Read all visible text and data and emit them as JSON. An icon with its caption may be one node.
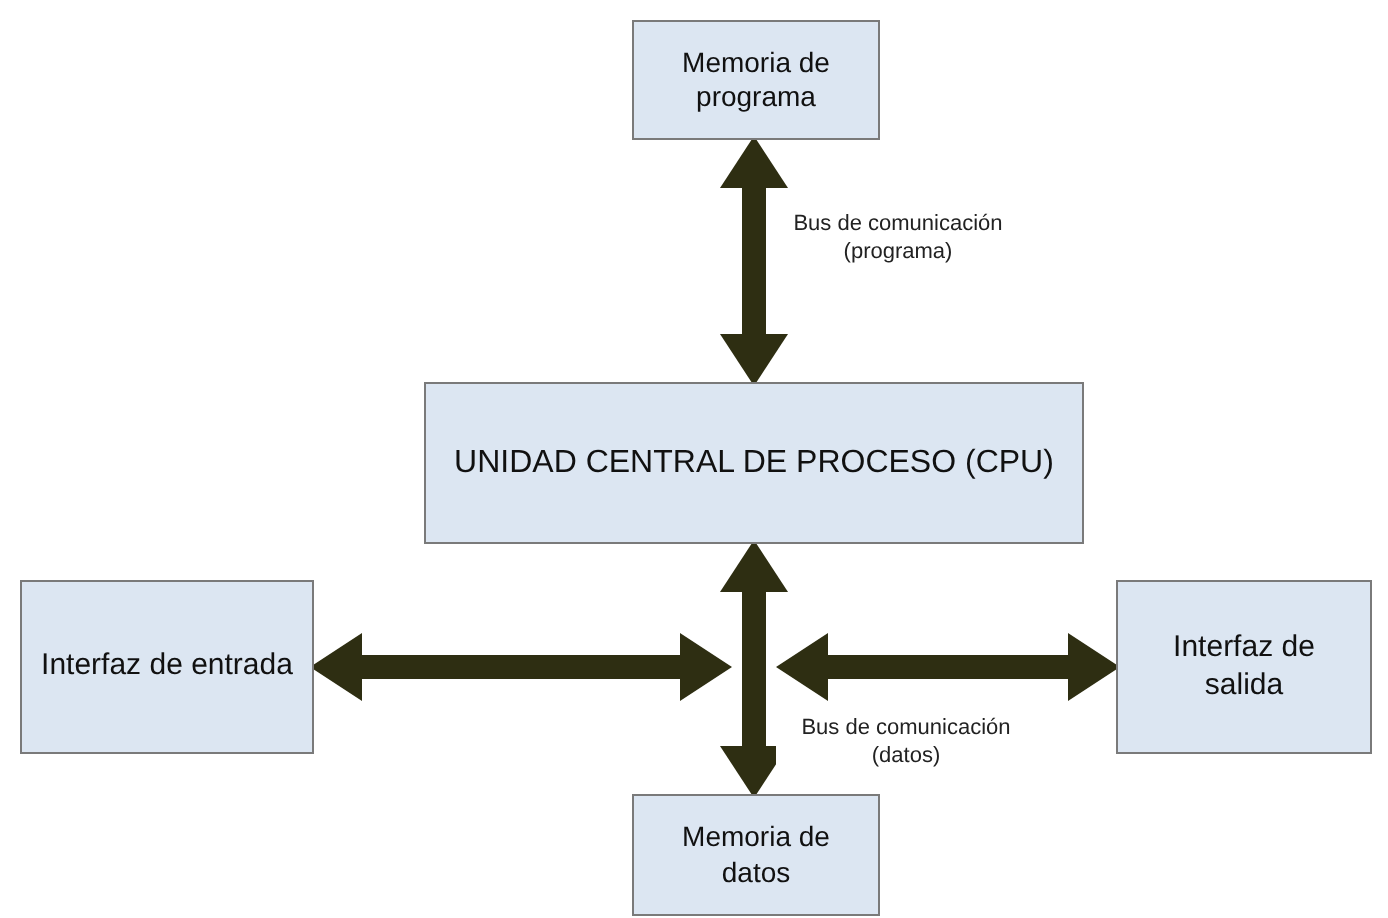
{
  "diagram": {
    "nodes": [
      {
        "text": [
          "Memoria de programa"
        ]
      },
      {
        "text": [
          "UNIDAD CENTRAL DE PROCESO (CPU)"
        ]
      },
      {
        "text": [
          "Interfaz de entrada"
        ]
      },
      {
        "text": [
          "Interfaz de salida"
        ]
      },
      {
        "text": [
          "Memoria de datos"
        ]
      }
    ],
    "edges": [
      {
        "from": 0,
        "to": 1,
        "arrow": "both",
        "label": "Bus de comunicación (programa)"
      },
      {
        "from": 1,
        "to": 4,
        "arrow": "both",
        "label": "Bus de comunicación (datos)"
      },
      {
        "from": 2,
        "to": null,
        "arrow": "both"
      },
      {
        "from": 3,
        "to": null,
        "arrow": "both"
      }
    ]
  }
}
